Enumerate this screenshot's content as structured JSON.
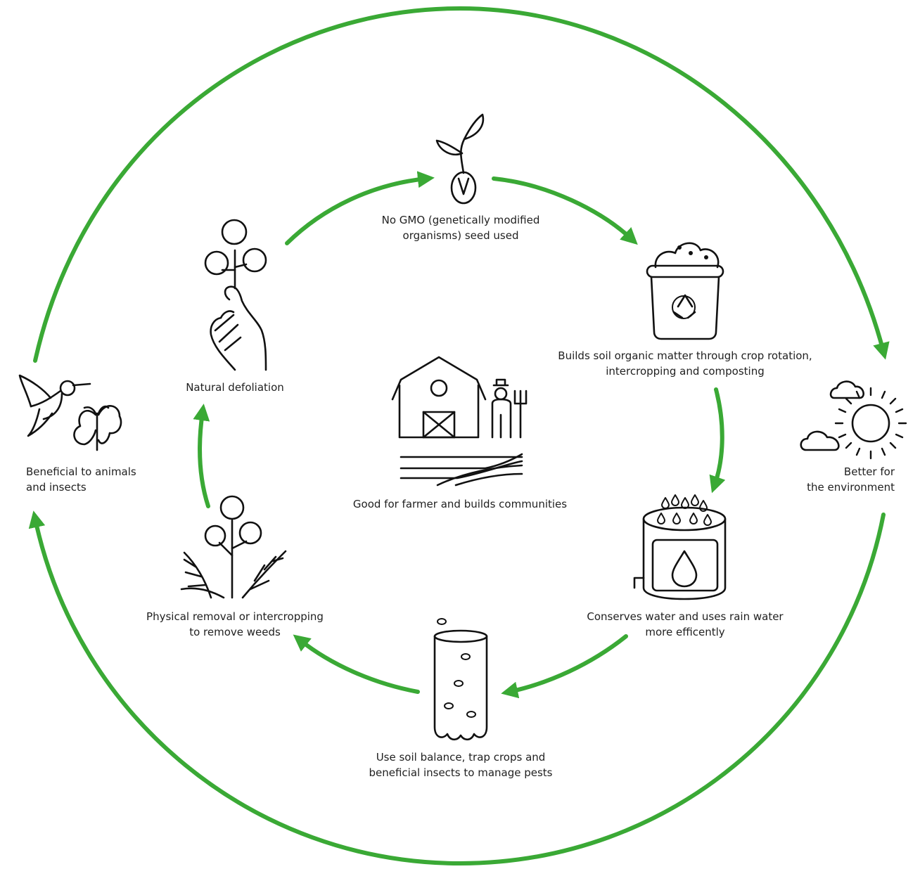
{
  "colors": {
    "arrow": "#3aa935",
    "ink": "#111111",
    "background": "#ffffff"
  },
  "center": {
    "label": "Good for farmer and builds communities",
    "icon": "barn-farmer-icon"
  },
  "inner_cycle": [
    {
      "id": "seed",
      "lines": [
        "No GMO (genetically modified",
        "organisms) seed used"
      ],
      "icon": "sprout-seed-icon"
    },
    {
      "id": "soil",
      "lines": [
        "Builds soil organic matter through crop rotation,",
        "intercropping and composting"
      ],
      "icon": "compost-bin-icon"
    },
    {
      "id": "water",
      "lines": [
        "Conserves water and uses rain water",
        "more efficently"
      ],
      "icon": "rain-tank-icon"
    },
    {
      "id": "pests",
      "lines": [
        "Use soil balance, trap crops and",
        "beneficial insects to manage pests"
      ],
      "icon": "insect-trap-icon"
    },
    {
      "id": "weeds",
      "lines": [
        "Physical removal or intercropping",
        "to remove weeds"
      ],
      "icon": "cotton-weeds-icon"
    },
    {
      "id": "defoliation",
      "lines": [
        "Natural defoliation"
      ],
      "icon": "hand-cotton-icon"
    }
  ],
  "outer_cycle": [
    {
      "id": "environment",
      "lines": [
        "Better for",
        "the environment"
      ],
      "icon": "sun-clouds-icon"
    },
    {
      "id": "animals",
      "lines": [
        "Beneficial to animals",
        "and insects"
      ],
      "icon": "hummingbird-butterfly-icon"
    }
  ]
}
